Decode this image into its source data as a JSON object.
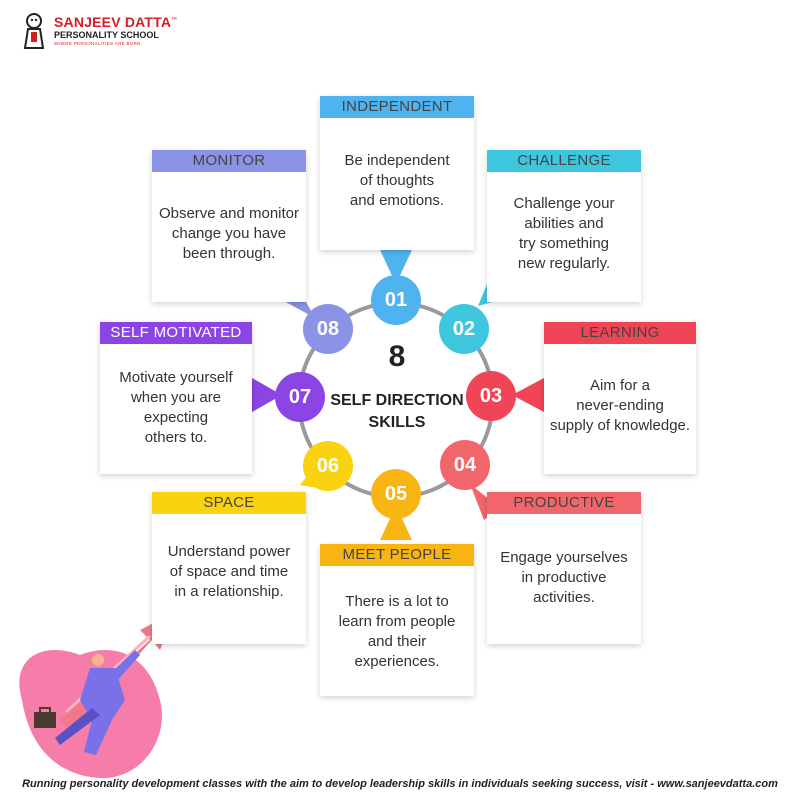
{
  "logo": {
    "name": "SANJEEV DATTA",
    "tm": "™",
    "school": "PERSONALITY SCHOOL",
    "tagline": "WHERE PERSONALITIES ARE BORN"
  },
  "center": {
    "number": "8",
    "title_line1": "SELF DIRECTION",
    "title_line2": "SKILLS"
  },
  "skills": [
    {
      "num": "01",
      "title": "INDEPENDENT",
      "lines": [
        "Be independent",
        "of thoughts",
        "and emotions."
      ],
      "color": "#4fb3f0"
    },
    {
      "num": "02",
      "title": "CHALLENGE",
      "lines": [
        "Challenge your",
        "abilities and",
        "try something",
        "new regularly."
      ],
      "color": "#3fc6df"
    },
    {
      "num": "03",
      "title": "LEARNING",
      "lines": [
        "Aim for a",
        "never-ending",
        "supply of knowledge."
      ],
      "color": "#ef4557"
    },
    {
      "num": "04",
      "title": "PRODUCTIVE",
      "lines": [
        "Engage yourselves",
        "in productive",
        "activities."
      ],
      "color": "#f0666b"
    },
    {
      "num": "05",
      "title": "MEET PEOPLE",
      "lines": [
        "There is a lot to",
        "learn from people",
        "and their",
        "experiences."
      ],
      "color": "#f7b413"
    },
    {
      "num": "06",
      "title": "SPACE",
      "lines": [
        "Understand power",
        "of space and time",
        "in a relationship."
      ],
      "color": "#f9d310"
    },
    {
      "num": "07",
      "title": "SELF MOTIVATED",
      "lines": [
        "Motivate yourself",
        "when you are",
        "expecting",
        "others to."
      ],
      "color": "#8c45e4"
    },
    {
      "num": "08",
      "title": "MONITOR",
      "lines": [
        "Observe and monitor",
        "change you have",
        "been through."
      ],
      "color": "#8a93e6"
    }
  ],
  "footer": "Running personality development classes with the aim to develop leadership skills in individuals seeking success, visit - www.sanjeevdatta.com",
  "colors": {
    "ring": "#9a9a9a",
    "arrow": "#f0788a",
    "figure": "#7a70e8",
    "blob": "#f56fa0"
  }
}
